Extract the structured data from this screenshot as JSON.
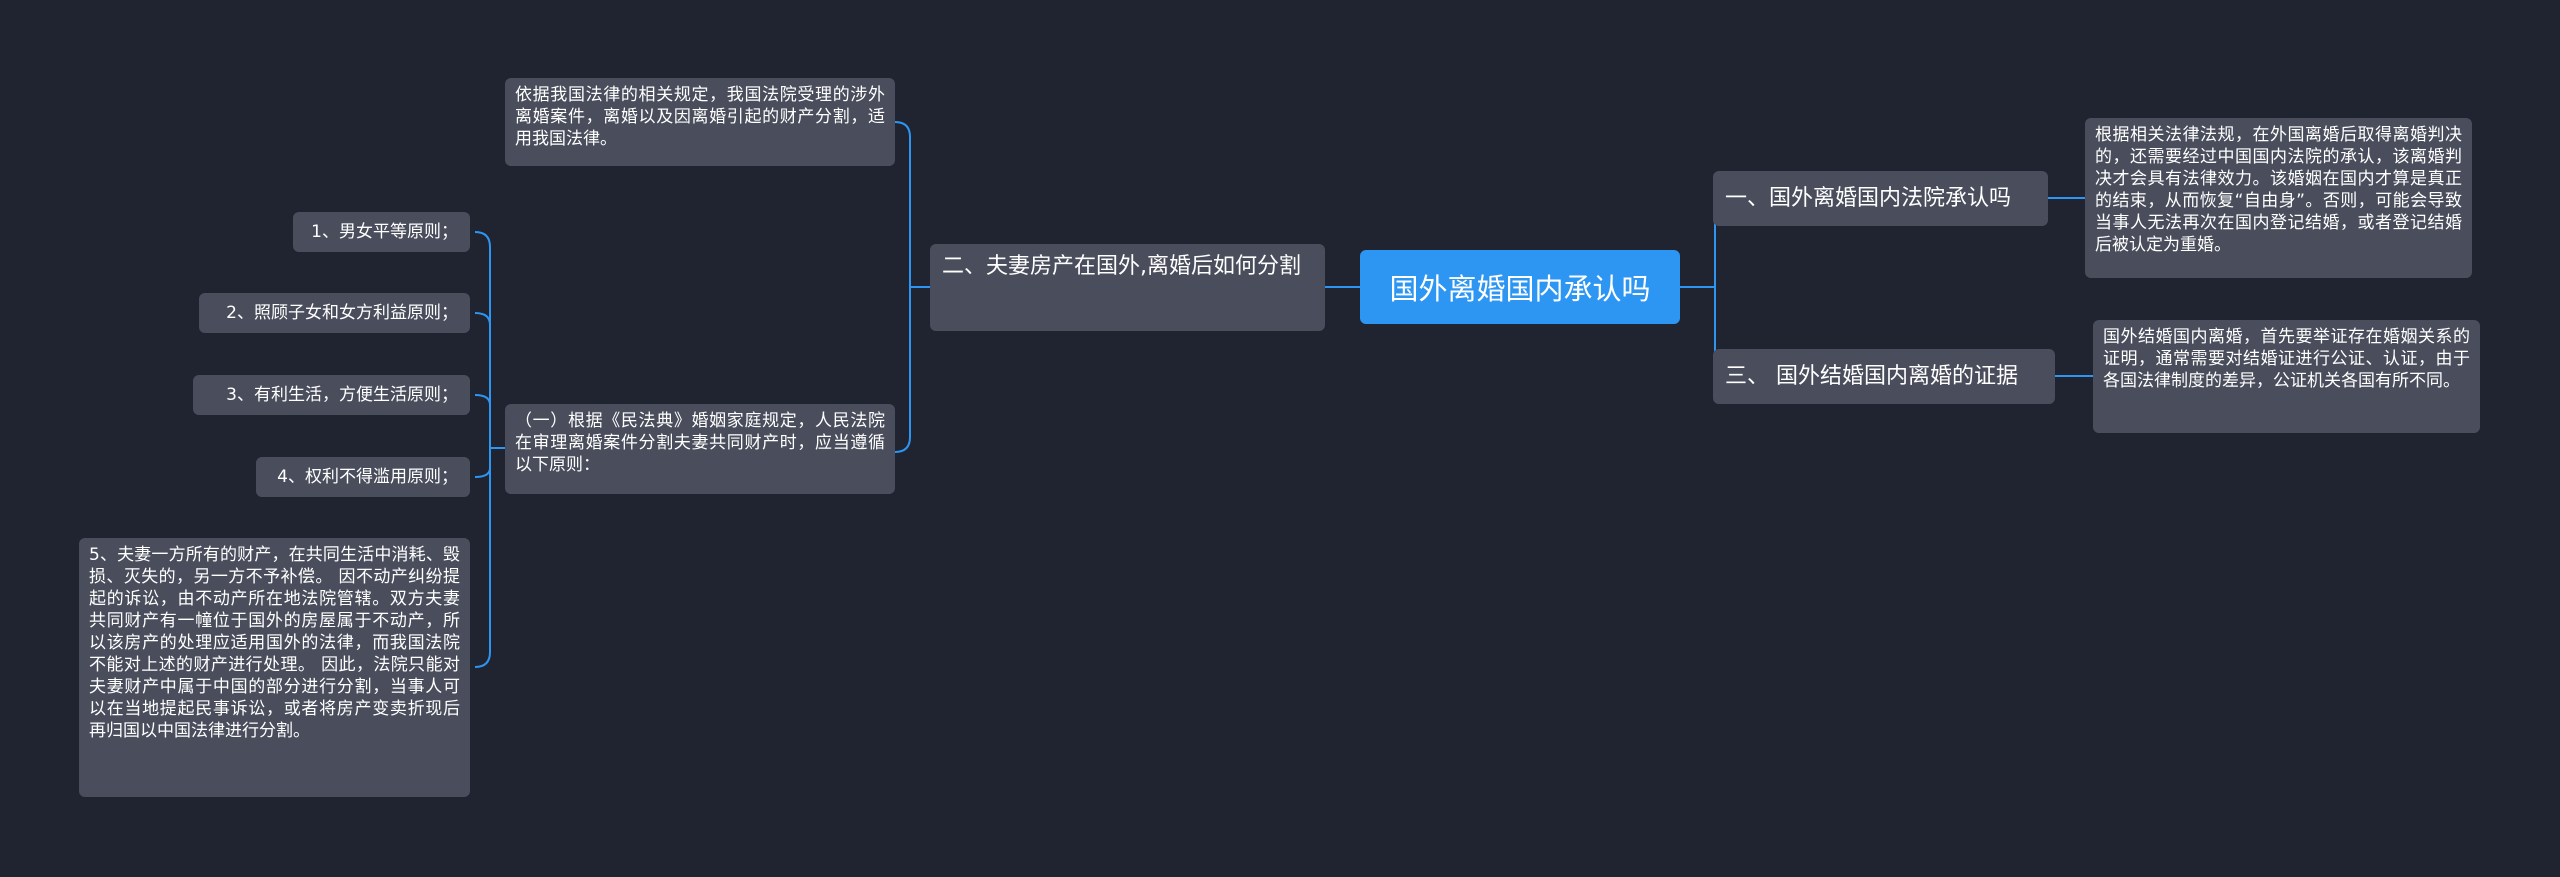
{
  "root": {
    "label": "国外离婚国内承认吗"
  },
  "branches": [
    {
      "label": "一、国外离婚国内法院承认吗",
      "children": [
        {
          "text": "根据相关法律法规，在外国离婚后取得离婚判决的，还需要经过中国国内法院的承认，该离婚判决才会具有法律效力。该婚姻在国内才算是真正的结束，从而恢复“自由身”。否则，可能会导致当事人无法再次在国内登记结婚，或者登记结婚后被认定为重婚。"
        }
      ]
    },
    {
      "label": "三、 国外结婚国内离婚的证据",
      "children": [
        {
          "text": "国外结婚国内离婚，首先要举证存在婚姻关系的证明，通常需要对结婚证进行公证、认证，由于各国法律制度的差异，公证机关各国有所不同。"
        }
      ]
    },
    {
      "label": "二、夫妻房产在国外,离婚后如何分割",
      "children": [
        {
          "text": "依据我国法律的相关规定，我国法院受理的涉外离婚案件，离婚以及因离婚引起的财产分割，适用我国法律。"
        },
        {
          "text": "（一）根据《民法典》婚姻家庭规定，人民法院在审理离婚案件分割夫妻共同财产时，应当遵循以下原则：",
          "children": [
            {
              "text": "1、男女平等原则；"
            },
            {
              "text": "2、照顾子女和女方利益原则；"
            },
            {
              "text": "3、有利生活，方便生活原则；"
            },
            {
              "text": "4、权利不得滥用原则；"
            },
            {
              "text": "5、夫妻一方所有的财产，在共同生活中消耗、毁损、灭失的，另一方不予补偿。 因不动产纠纷提起的诉讼，由不动产所在地法院管辖。双方夫妻共同财产有一幢位于国外的房屋属于不动产，所以该房产的处理应适用国外的法律，而我国法院不能对上述的财产进行处理。 因此，法院只能对夫妻财产中属于中国的部分进行分割，当事人可以在当地提起民事诉讼，或者将房产变卖折现后再归国以中国法律进行分割。"
            }
          ]
        }
      ]
    }
  ],
  "colors": {
    "background": "#1f2430",
    "root": "#2d95f2",
    "node": "#4a4e5c",
    "link": "#2d95f2",
    "text": "#ffffff"
  }
}
